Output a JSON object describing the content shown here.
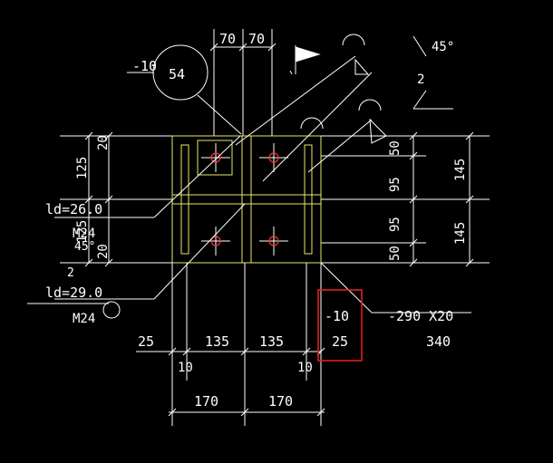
{
  "colors": {
    "background": "#000000",
    "linework": "#ffffff",
    "steel_outline": "#e8e86a",
    "bolt": "#ff3030",
    "highlight_box": "#e02020"
  },
  "labels": {
    "top_dim_a": "70",
    "top_dim_b": "70",
    "stiffener_thk": "-10",
    "weld_size": "54",
    "weld_right": "45°",
    "weld_right_num": "2",
    "left_dim_a": "20",
    "left_dim_b": "125",
    "left_dim_c": "125",
    "left_dim_d": "20",
    "anchor_len_1": "ld=26.0",
    "bolt_1": "M24",
    "weld_left": "45°",
    "weld_left_num": "2",
    "anchor_len_2": "ld=29.0",
    "bolt_2": "M24",
    "right_dim_a": "50",
    "right_dim_b": "95",
    "right_dim_c": "95",
    "right_dim_d": "50",
    "right_dim_e": "145",
    "right_dim_f": "145",
    "plate_thk": "-10",
    "plate_edge": "25",
    "base_plate": "-290 X20",
    "base_plate_width": "340",
    "bottom_dim_a": "25",
    "bottom_dim_b": "135",
    "bottom_dim_c": "135",
    "bottom_dim_d": "10",
    "bottom_dim_e": "10",
    "bottom_dim_f": "170",
    "bottom_dim_g": "170"
  }
}
